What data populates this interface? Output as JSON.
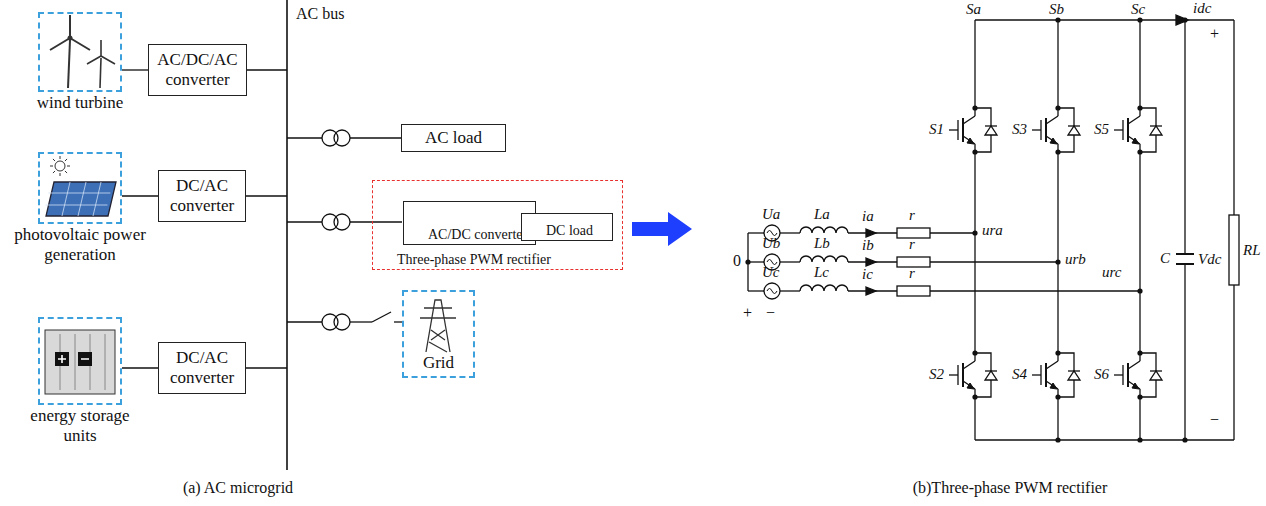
{
  "diagram": {
    "nodes": [
      {
        "text": [
          "wind turbine"
        ]
      },
      {
        "text": [
          "AC/DC/AC converter"
        ]
      },
      {
        "text": [
          "photovoltaic power generation"
        ]
      },
      {
        "text": [
          "DC/AC converter"
        ]
      },
      {
        "text": [
          "energy storage units"
        ]
      },
      {
        "text": [
          "DC/AC converter"
        ]
      },
      {
        "text": [
          "AC load"
        ]
      },
      {
        "text": [
          "Three-phase PWM rectifier"
        ]
      },
      {
        "text": [
          "AC/DC converter"
        ],
        "in": 7
      },
      {
        "text": [
          "DC load"
        ],
        "in": 7
      },
      {
        "text": [
          "Grid"
        ]
      }
    ],
    "edges": [
      {
        "from": 0,
        "to": 1,
        "arrow": "none"
      },
      {
        "from": 2,
        "to": 3,
        "arrow": "none"
      },
      {
        "from": 4,
        "to": 5,
        "arrow": "none"
      },
      {
        "from": 8,
        "to": 9,
        "arrow": "none"
      }
    ],
    "labels": [
      "AC bus",
      "(a) AC microgrid",
      "(b)Three-phase PWM rectifier",
      "Sa",
      "Sb",
      "Sc",
      "idc",
      "+",
      "S1",
      "S3",
      "S5",
      "Ua",
      "La",
      "ia",
      "r",
      "ura",
      "Ub",
      "Lb",
      "ib",
      "r",
      "urb",
      "0",
      "Uc",
      "Lc",
      "ic",
      "r",
      "urc",
      "C",
      "Vdc",
      "RL",
      "+",
      "−",
      "S2",
      "S4",
      "S6",
      "−"
    ]
  }
}
